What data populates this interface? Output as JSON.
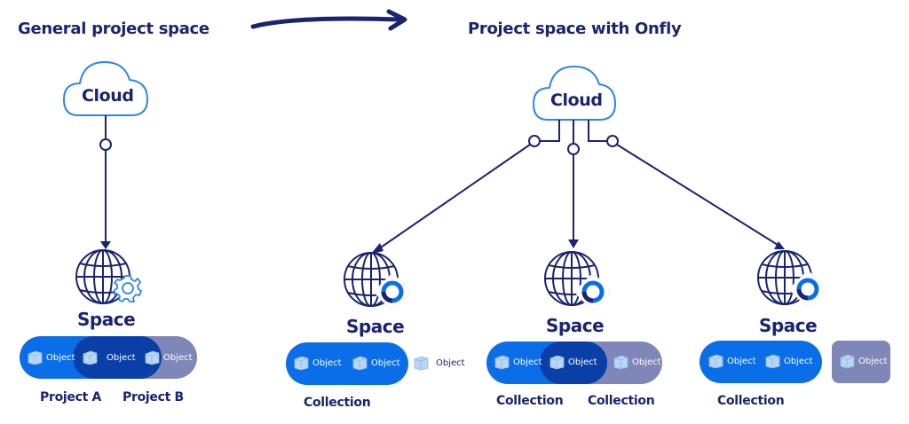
{
  "colors": {
    "navy": "#1a2470",
    "blue": "#0a6ee8",
    "dark_blue": "#0a3fa8",
    "gray_purple": "#7f86b8",
    "cloud_outline": "#2a86f0"
  },
  "left": {
    "title": "General project space",
    "cloud_label": "Cloud",
    "space_label": "Space",
    "objects": [
      "Object",
      "Object",
      "Object"
    ],
    "groups": [
      "Project A",
      "Project B"
    ]
  },
  "transition_arrow": "arrow-right-icon",
  "right": {
    "title": "Project space with Onfly",
    "cloud_label": "Cloud",
    "spaces": [
      {
        "space_label": "Space",
        "objects": [
          "Object",
          "Object",
          "Object"
        ],
        "groups": [
          "Collection"
        ]
      },
      {
        "space_label": "Space",
        "objects": [
          "Object",
          "Object",
          "Object"
        ],
        "groups": [
          "Collection",
          "Collection"
        ]
      },
      {
        "space_label": "Space",
        "objects": [
          "Object",
          "Object",
          "Object"
        ],
        "groups": [
          "Collection"
        ]
      }
    ]
  }
}
